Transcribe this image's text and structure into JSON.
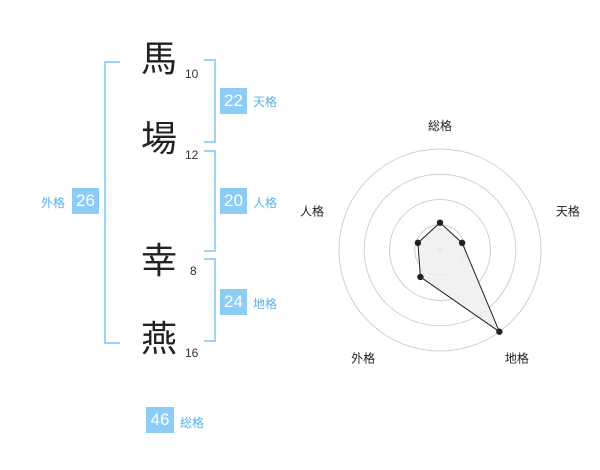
{
  "name": {
    "chars": [
      {
        "char": "馬",
        "strokes": "10"
      },
      {
        "char": "場",
        "strokes": "12"
      },
      {
        "char": "幸",
        "strokes": "8"
      },
      {
        "char": "燕",
        "strokes": "16"
      }
    ]
  },
  "kaku": {
    "tenkaku": {
      "value": "22",
      "label": "天格"
    },
    "jinkaku": {
      "value": "20",
      "label": "人格"
    },
    "chikaku": {
      "value": "24",
      "label": "地格"
    },
    "gaikaku": {
      "value": "26",
      "label": "外格"
    },
    "soukaku": {
      "value": "46",
      "label": "総格"
    }
  },
  "colors": {
    "accent": "#8dccf5",
    "accent_text": "#56b0ec",
    "bracket": "#9dd3f5",
    "radar_fill": "#eeeeee",
    "radar_line": "#222222"
  },
  "chart_data": {
    "type": "radar",
    "axes": [
      "総格",
      "天格",
      "地格",
      "外格",
      "人格"
    ],
    "values": [
      0.27,
      0.23,
      1.0,
      0.33,
      0.23
    ],
    "max": 1.0,
    "rings": 4
  }
}
